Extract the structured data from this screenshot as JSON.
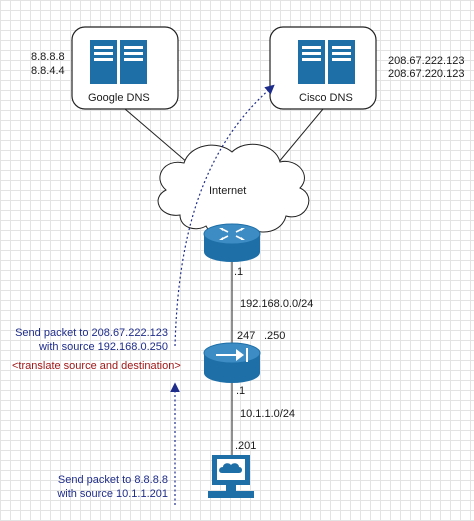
{
  "servers": {
    "google": {
      "label": "Google DNS",
      "ip1": "8.8.8.8",
      "ip2": "8.8.4.4"
    },
    "cisco": {
      "label": "Cisco DNS",
      "ip1": "208.67.222.123",
      "ip2": "208.67.220.123"
    }
  },
  "cloud": {
    "label": "Internet"
  },
  "router": {
    "interface_label": ".1"
  },
  "link_upper": {
    "subnet": "192.168.0.0/24"
  },
  "firewall": {
    "top_left_label": "247",
    "top_right_label": ".250",
    "bottom_label": ".1"
  },
  "link_lower": {
    "subnet": "10.1.1.0/24"
  },
  "host": {
    "address_label": ".201"
  },
  "annotations": {
    "translated_packet_line1": "Send packet to 208.67.222.123",
    "translated_packet_line2": "with source 192.168.0.250",
    "translate_note": "<translate source and destination>",
    "original_packet_line1": "Send packet to 8.8.8.8",
    "original_packet_line2": "with source 10.1.1.201"
  },
  "colors": {
    "device_blue": "#1e6fa8",
    "annotation_blue": "#1f2d8a",
    "annotation_red": "#a01818",
    "arrow": "#1f2d8a"
  }
}
